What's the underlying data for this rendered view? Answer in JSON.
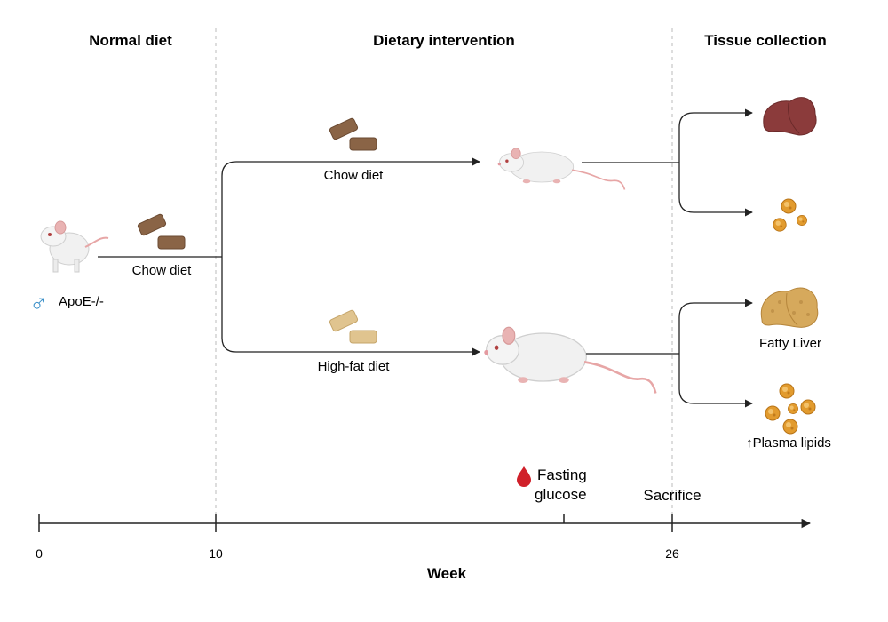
{
  "phases": {
    "normal_diet": "Normal diet",
    "dietary_intervention": "Dietary intervention",
    "tissue_collection": "Tissue collection"
  },
  "start": {
    "sex_symbol": "♂",
    "strain": "ApoE-/-",
    "diet": "Chow diet"
  },
  "branches": {
    "upper_diet": "Chow diet",
    "lower_diet": "High-fat diet"
  },
  "outcomes": {
    "fatty_liver": "Fatty Liver",
    "plasma_lipids": "↑Plasma lipids"
  },
  "events": {
    "fasting_line1": "Fasting",
    "fasting_line2": "glucose",
    "sacrifice": "Sacrifice"
  },
  "axis": {
    "title": "Week",
    "ticks": [
      "0",
      "10",
      "26"
    ]
  },
  "colors": {
    "chow_pellet": "#8a6446",
    "hfd_pellet": "#e0c48f",
    "liver_normal": "#8b3b3b",
    "liver_fatty": "#d6a95c",
    "lipid_droplet": "#e29b2e",
    "blood_drop": "#d0202a",
    "male_symbol": "#3a8fc8"
  }
}
